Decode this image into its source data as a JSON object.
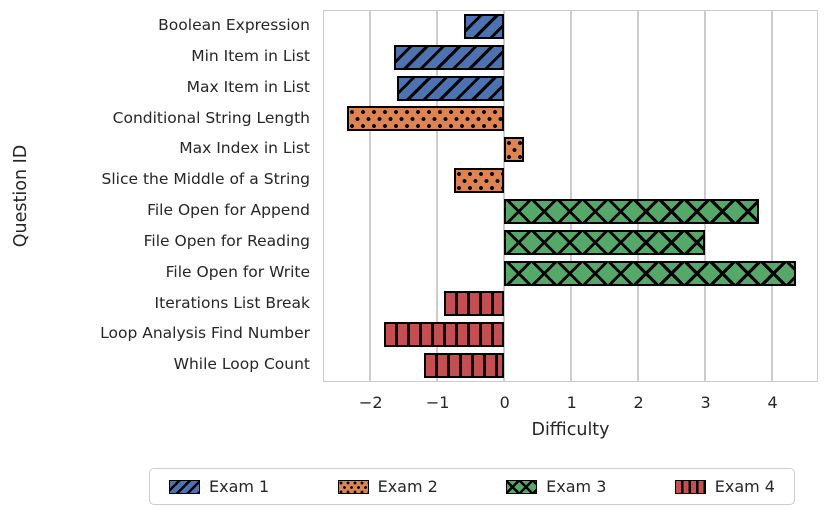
{
  "figure": {
    "background": "#ffffff",
    "text_color": "#262626",
    "grid_color": "#cccccc"
  },
  "chart_data": {
    "type": "bar",
    "orientation": "horizontal",
    "title": "",
    "xlabel": "Difficulty",
    "ylabel": "Question ID",
    "xlim": [
      -2.69,
      4.67
    ],
    "xticks": [
      -2,
      -1,
      0,
      1,
      2,
      3,
      4
    ],
    "grid": "vertical-gridlines-on",
    "legend_position": "bottom-center",
    "bar_edge_color": "#000000",
    "categories": [
      "Boolean Expression",
      "Min Item in List",
      "Max Item in List",
      "Conditional String Length",
      "Max Index in List",
      "Slice the Middle of a String",
      "File Open for Append",
      "File Open for Reading",
      "File Open for Write",
      "Iterations List Break",
      "Loop Analysis Find Number",
      "While Loop Count"
    ],
    "bars": [
      {
        "label": "Boolean Expression",
        "exam": "Exam 1",
        "value": -0.6
      },
      {
        "label": "Min Item in List",
        "exam": "Exam 1",
        "value": -1.65
      },
      {
        "label": "Max Item in List",
        "exam": "Exam 1",
        "value": -1.6
      },
      {
        "label": "Conditional String Length",
        "exam": "Exam 2",
        "value": -2.35
      },
      {
        "label": "Max Index in List",
        "exam": "Exam 2",
        "value": 0.3
      },
      {
        "label": "Slice the Middle of a String",
        "exam": "Exam 2",
        "value": -0.75
      },
      {
        "label": "File Open for Append",
        "exam": "Exam 3",
        "value": 3.8
      },
      {
        "label": "File Open for Reading",
        "exam": "Exam 3",
        "value": 3.0
      },
      {
        "label": "File Open for Write",
        "exam": "Exam 3",
        "value": 4.35
      },
      {
        "label": "Iterations List Break",
        "exam": "Exam 4",
        "value": -0.9
      },
      {
        "label": "Loop Analysis Find Number",
        "exam": "Exam 4",
        "value": -1.8
      },
      {
        "label": "While Loop Count",
        "exam": "Exam 4",
        "value": -1.2
      }
    ],
    "legend": [
      {
        "label": "Exam 1",
        "color": "#4C72B0",
        "hatch": "diagonal"
      },
      {
        "label": "Exam 2",
        "color": "#DD8452",
        "hatch": "dots"
      },
      {
        "label": "Exam 3",
        "color": "#55A868",
        "hatch": "crosshatch"
      },
      {
        "label": "Exam 4",
        "color": "#C44E52",
        "hatch": "vertical"
      }
    ]
  }
}
